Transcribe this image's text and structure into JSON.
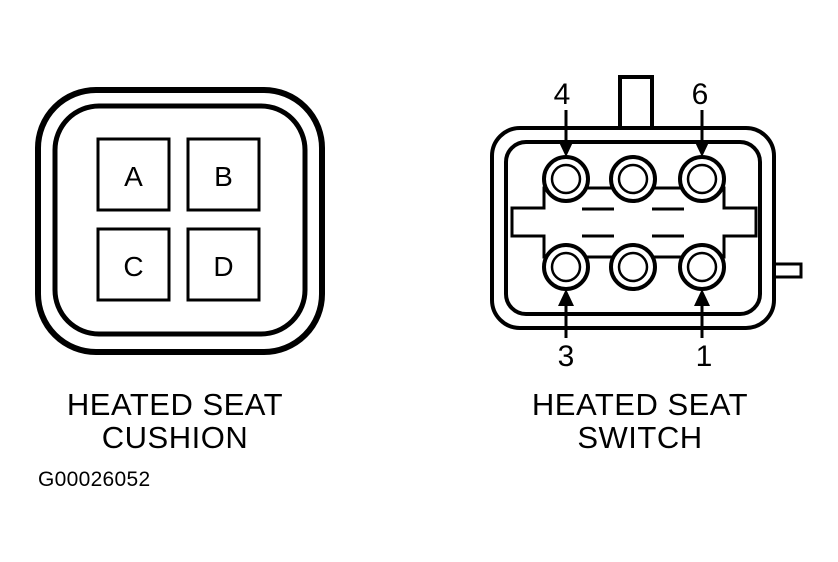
{
  "cushion_connector": {
    "caption_line1": "HEATED SEAT",
    "caption_line2": "CUSHION",
    "pins": [
      {
        "label": "A"
      },
      {
        "label": "B"
      },
      {
        "label": "C"
      },
      {
        "label": "D"
      }
    ]
  },
  "switch_connector": {
    "caption_line1": "HEATED SEAT",
    "caption_line2": "SWITCH",
    "callouts": {
      "top_left": "4",
      "top_right": "6",
      "bottom_left": "3",
      "bottom_right": "1"
    }
  },
  "figure_id": "G00026052"
}
